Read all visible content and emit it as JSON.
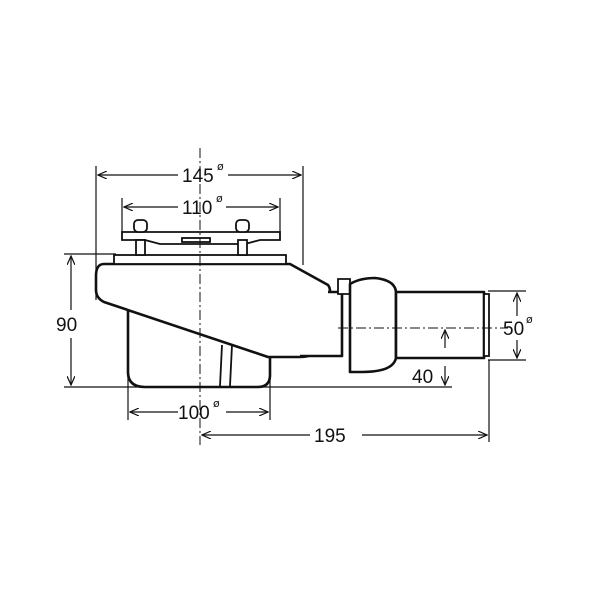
{
  "drawing": {
    "title": "Shower tray drain – dimensional drawing",
    "diameter_symbol": "ø",
    "dimensions": {
      "outer_flange": "145",
      "grate": "110",
      "height": "90",
      "outlet_diameter": "50",
      "outlet_height": "40",
      "base_diameter": "100",
      "length": "195"
    }
  }
}
